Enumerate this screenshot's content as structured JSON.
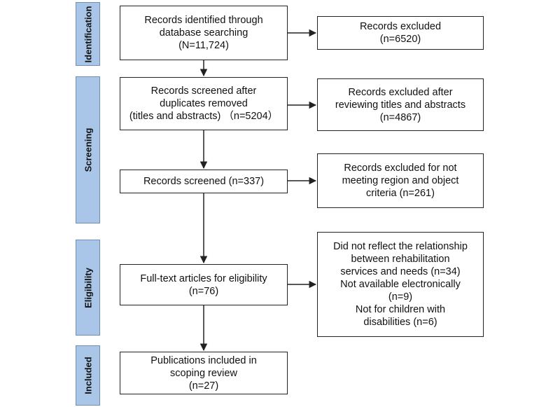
{
  "colors": {
    "phase_fill": "#a9c6e8",
    "phase_border": "#6f8fb8",
    "box_border": "#222222",
    "arrow": "#222222"
  },
  "phases": {
    "identification": "Identification",
    "screening": "Screening",
    "eligibility": "Eligibility",
    "included": "Included"
  },
  "main_boxes": {
    "identified": {
      "lines": [
        "Records identified through",
        "database searching",
        "(N=11,724)"
      ]
    },
    "screened_dedup": {
      "lines": [
        "Records screened after",
        "duplicates removed",
        "(titles and abstracts) （n=5204）"
      ]
    },
    "screened": {
      "lines": [
        "Records screened (n=337)"
      ]
    },
    "fulltext": {
      "lines": [
        "Full-text articles for eligibility",
        "(n=76)"
      ]
    },
    "included": {
      "lines": [
        "Publications included in",
        "scoping review",
        "(n=27)"
      ]
    }
  },
  "side_boxes": {
    "excluded_1": {
      "lines": [
        "Records excluded",
        "(n=6520)"
      ]
    },
    "excluded_2": {
      "lines": [
        "Records excluded after",
        "reviewing titles and abstracts",
        "(n=4867)"
      ]
    },
    "excluded_3": {
      "lines": [
        "Records excluded for not",
        "meeting region and object",
        "criteria (n=261)"
      ]
    },
    "excluded_4": {
      "lines": [
        "Did not reflect the relationship",
        "between rehabilitation",
        "services and needs (n=34)",
        "Not available electronically",
        "(n=9)",
        "Not for children with",
        "disabilities (n=6)"
      ]
    }
  }
}
